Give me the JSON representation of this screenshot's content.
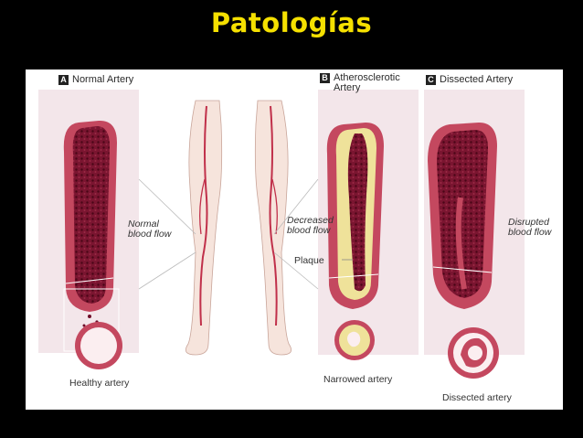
{
  "slide": {
    "title": "Patologías"
  },
  "panels": {
    "a": {
      "letter": "A",
      "title": "Normal Artery",
      "flow_label": "Normal\nblood flow",
      "caption": "Healthy artery"
    },
    "b": {
      "letter": "B",
      "title": "Atherosclerotic\nArtery",
      "flow_label": "Decreased\nblood flow",
      "plaque_label": "Plaque",
      "caption": "Narrowed artery"
    },
    "c": {
      "letter": "C",
      "title": "Dissected Artery",
      "flow_label": "Disrupted\nblood flow",
      "caption": "Dissected artery"
    }
  },
  "colors": {
    "title": "#f5e000",
    "panel_bg": "#f3e6ea",
    "artery_wall": "#c4485f",
    "blood": "#6e0f2a",
    "plaque": "#efe29a",
    "legs": "#f6e4dc"
  }
}
